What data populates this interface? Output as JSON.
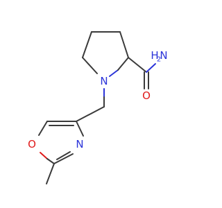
{
  "molecule": {
    "atoms": [
      {
        "id": "N_ring",
        "text": "N",
        "color": "#2b34d9"
      },
      {
        "id": "N_amide_h2",
        "text": "H",
        "color": "#2b34d9"
      },
      {
        "id": "N_amide_n",
        "text": "N",
        "color": "#2b34d9"
      },
      {
        "id": "N_amide_sub",
        "text": "2",
        "color": "#2b34d9"
      },
      {
        "id": "O_carbonyl",
        "text": "O",
        "color": "#e01b1b"
      },
      {
        "id": "N_oxazole",
        "text": "N",
        "color": "#2b34d9"
      },
      {
        "id": "O_oxazole",
        "text": "O",
        "color": "#e01b1b"
      }
    ]
  }
}
